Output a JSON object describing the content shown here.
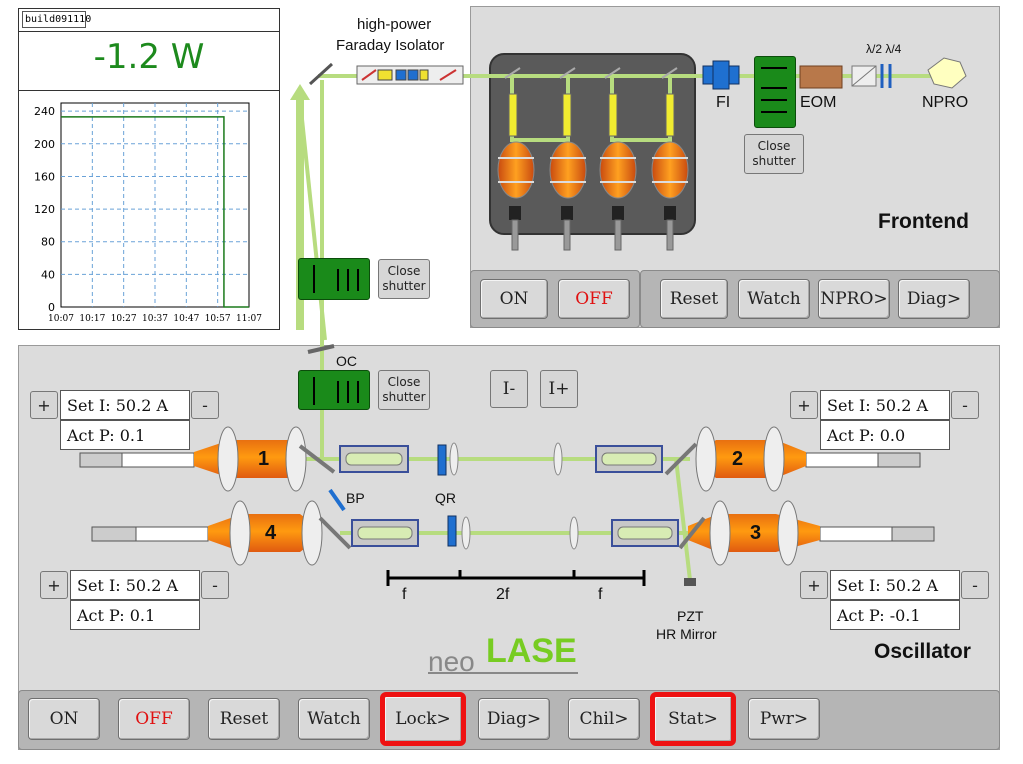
{
  "power_monitor": {
    "build_label": "build091110",
    "power_readout": "-1.2 W",
    "chart_data": {
      "type": "line",
      "x": [
        "10:07",
        "10:17",
        "10:27",
        "10:37",
        "10:47",
        "10:57",
        "11:07"
      ],
      "yticks": [
        0,
        40,
        80,
        120,
        160,
        200,
        240
      ],
      "ylim": [
        0,
        250
      ],
      "series": [
        {
          "values": [
            233,
            233,
            233,
            233,
            233,
            233,
            0,
            0
          ]
        }
      ],
      "drop_after": "10:59",
      "grid": true
    }
  },
  "faraday_label_line1": "high-power",
  "faraday_label_line2": "Faraday Isolator",
  "frontend": {
    "title": "Frontend",
    "fi_label": "FI",
    "eom_label": "EOM",
    "npro_label": "NPRO",
    "waveplates_label": "λ/2 λ/4",
    "close_shutter": "Close\nshutter",
    "buttons": {
      "on": "ON",
      "off": "OFF",
      "reset": "Reset",
      "watch": "Watch",
      "npro": "NPRO>",
      "diag": "Diag>"
    }
  },
  "middle_shutter": {
    "close_shutter": "Close\nshutter"
  },
  "oscillator": {
    "title": "Oscillator",
    "oc_label": "OC",
    "bp_label": "BP",
    "qr_label": "QR",
    "pzt_line1": "PZT",
    "pzt_line2": "HR Mirror",
    "close_shutter": "Close\nshutter",
    "i_minus": "I-",
    "i_plus": "I+",
    "scale": {
      "f1": "f",
      "f2": "2f",
      "f3": "f"
    },
    "pump1": {
      "num": "1",
      "plus": "+",
      "minus": "-",
      "set": "Set I: 50.2 A",
      "act": "Act P: 0.1"
    },
    "pump2": {
      "num": "2",
      "plus": "+",
      "minus": "-",
      "set": "Set I: 50.2 A",
      "act": "Act P: 0.0"
    },
    "pump3": {
      "num": "3",
      "plus": "+",
      "minus": "-",
      "set": "Set I: 50.2 A",
      "act": "Act P: -0.1"
    },
    "pump4": {
      "num": "4",
      "plus": "+",
      "minus": "-",
      "set": "Set I: 50.2 A",
      "act": "Act P: 0.1"
    },
    "logo_neo": "neo",
    "logo_lase": "LASE",
    "buttons": {
      "on": "ON",
      "off": "OFF",
      "reset": "Reset",
      "watch": "Watch",
      "lock": "Lock>",
      "diag": "Diag>",
      "chil": "Chil>",
      "stat": "Stat>",
      "pwr": "Pwr>"
    }
  },
  "colors": {
    "beam": "#b7dc7f",
    "shutter_green": "#1a8a1a",
    "alarm_red": "#ee1111",
    "logo_green": "#77cc22"
  }
}
